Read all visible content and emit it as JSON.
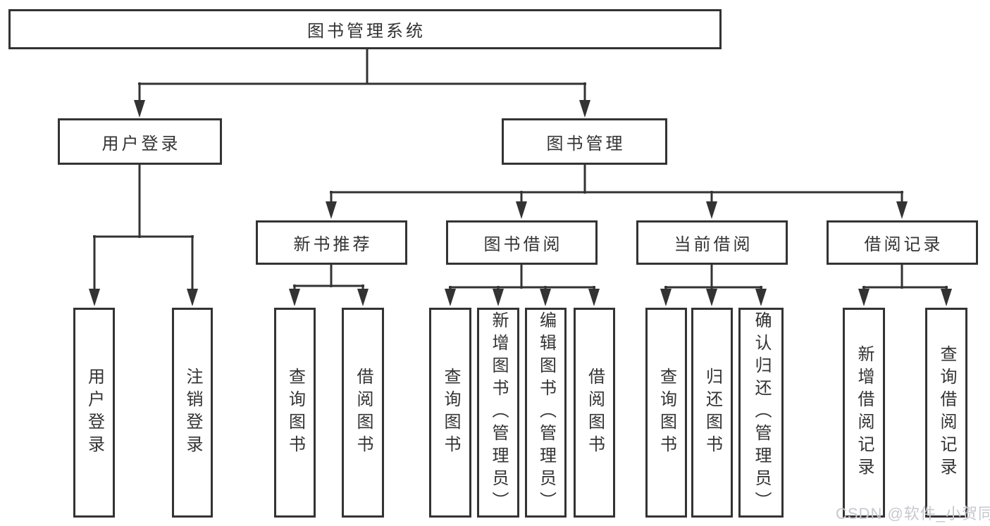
{
  "nodes": {
    "root": "图书管理系统",
    "user_login": "用户登录",
    "book_management": "图书管理",
    "new_book_recommend": "新书推荐",
    "book_borrow": "图书借阅",
    "current_borrow": "当前借阅",
    "borrow_records": "借阅记录"
  },
  "leaves": {
    "user_login": [
      "用户登录",
      "注销登录"
    ],
    "new_book_recommend": [
      "查询图书",
      "借阅图书"
    ],
    "book_borrow": [
      "查询图书",
      "新增图书（管理员）",
      "编辑图书（管理员）",
      "借阅图书"
    ],
    "current_borrow": [
      "查询图书",
      "归还图书",
      "确认归还（管理员）"
    ],
    "borrow_records": [
      "新增借阅记录",
      "查询借阅记录"
    ]
  },
  "watermark": {
    "text": "CSDN @软件_小贺同学"
  },
  "colors": {
    "line": "#333333",
    "text": "#333333",
    "watermark": "#c7c8cf",
    "background": "#ffffff"
  }
}
